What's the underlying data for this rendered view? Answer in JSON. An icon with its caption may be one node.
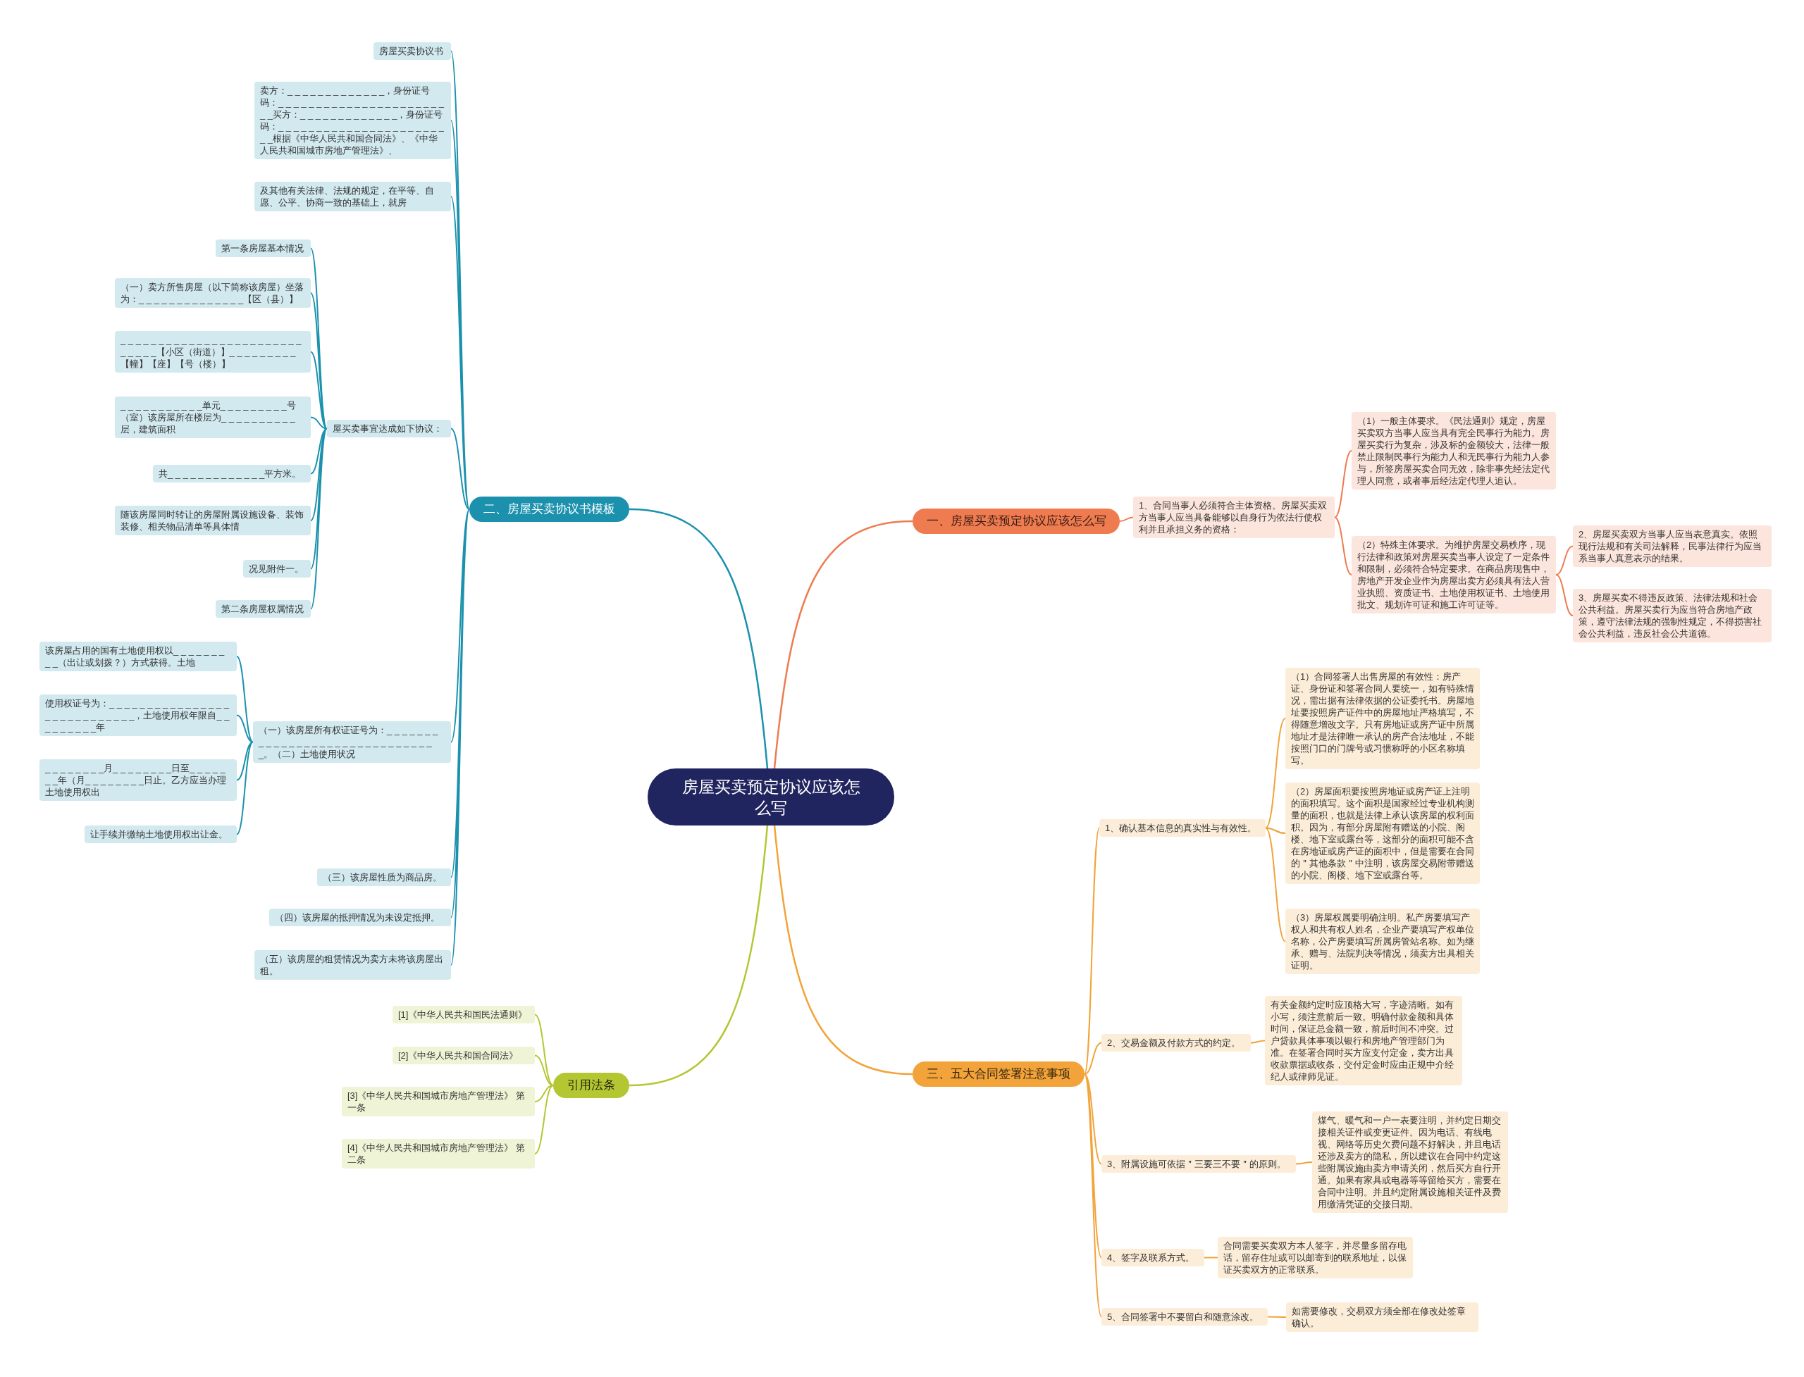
{
  "diagram": {
    "nodes": [
      {
        "text": [
          "房屋买卖预定协议应该怎么写"
        ]
      },
      {
        "text": [
          "一、房屋买卖预定协议应该怎么写"
        ]
      },
      {
        "text": [
          "1、合同当事人必须符合主体资格。房屋买卖双方当事人应当具备能够以自身行为依法行使权利并且承担义务的资格："
        ]
      },
      {
        "text": [
          "（1）一般主体要求。《民法通则》规定，房屋买卖双方当事人应当具有完全民事行为能力。房屋买卖行为复杂，涉及标的金额较大，法律一般禁止限制民事行为能力人和无民事行为能力人参与，所签房屋买卖合同无效，除非事先经法定代理人同意，或者事后经法定代理人追认。"
        ]
      },
      {
        "text": [
          "（2）特殊主体要求。为维护房屋交易秩序，现行法律和政策对房屋买卖当事人设定了一定条件和限制，必须符合特定要求。在商品房现售中，房地产开发企业作为房屋出卖方必须具有法人营业执照、资质证书、土地使用权证书、土地使用批文、规划许可证和施工许可证等。"
        ]
      },
      {
        "text": [
          "2、房屋买卖双方当事人应当表意真实。依照现行法规和有关司法解释，民事法律行为应当系当事人真意表示的结果。"
        ]
      },
      {
        "text": [
          "3、房屋买卖不得违反政策、法律法规和社会公共利益。房屋买卖行为应当符合房地产政策，遵守法律法规的强制性规定，不得损害社会公共利益，违反社会公共道德。"
        ]
      },
      {
        "text": [
          "二、房屋买卖协议书模板"
        ]
      },
      {
        "text": [
          "房屋买卖协议书"
        ]
      },
      {
        "text": [
          "卖方：_ _ _ _ _ _ _ _ _ _ _ _ _，身份证号码：_ _ _ _ _ _ _ _ _ _ _ _ _ _ _ _ _ _ _ _ _ _ _ _买方：_ _ _ _ _ _ _ _ _ _ _ _ _，身份证号码：_ _ _ _ _ _ _ _ _ _ _ _ _ _ _ _ _ _ _ _ _ _ _ _根据《中华人民共和国合同法》、《中华人民共和国城市房地产管理法》、"
        ]
      },
      {
        "text": [
          "及其他有关法律、法规的规定，在平等、自愿、公平、协商一致的基础上，就房"
        ]
      },
      {
        "text": [
          "屋买卖事宜达成如下协议："
        ]
      },
      {
        "text": [
          "第一条房屋基本情况"
        ]
      },
      {
        "text": [
          "（一）卖方所售房屋（以下简称该房屋）坐落为：_ _ _ _ _ _ _ _ _ _ _ _ _ _【区（县）】"
        ]
      },
      {
        "text": [
          "_ _ _ _ _ _ _ _ _ _ _ _ _ _ _ _ _ _ _ _ _ _ _ _ _ _ _ _ _【小区（街道）】_ _ _ _ _ _ _ _ _【幢】【座】【号（楼）】"
        ]
      },
      {
        "text": [
          "_ _ _ _ _ _ _ _ _ _ _单元_ _ _ _ _ _ _ _ _号（室）该房屋所在楼层为_ _ _ _ _ _ _ _ _ _层，建筑面积"
        ]
      },
      {
        "text": [
          "共_ _ _ _ _ _ _ _ _ _ _ _ _平方米。"
        ]
      },
      {
        "text": [
          "随该房屋同时转让的房屋附属设施设备、装饰装修、相关物品清单等具体情"
        ]
      },
      {
        "text": [
          "况见附件一。"
        ]
      },
      {
        "text": [
          "第二条房屋权属情况"
        ]
      },
      {
        "text": [
          "（一）该房屋所有权证证号为：_ _ _ _ _ _ _ _ _ _ _ _ _ _ _ _ _ _ _ _ _ _ _ _ _ _ _ _ _ _ _。（二）土地使用状况"
        ]
      },
      {
        "text": [
          "该房屋占用的国有土地使用权以_ _ _ _ _ _ _ _ _（出让或划拨？）方式获得。土地"
        ]
      },
      {
        "text": [
          "使用权证号为：_ _ _ _ _ _ _ _ _ _ _ _ _ _ _ _ _ _ _ _ _ _ _ _ _ _ _ _，土地使用权年限自_ _ _ _ _ _ _ _ _年"
        ]
      },
      {
        "text": [
          "_ _ _ _ _ _ _ _月_ _ _ _ _ _ _ _日至_ _ _ _ _ _ _年（月_ _ _ _ _ _ _ _日止。乙方应当办理土地使用权出"
        ]
      },
      {
        "text": [
          "让手续并缴纳土地使用权出让金。"
        ]
      },
      {
        "text": [
          "（三）该房屋性质为商品房。"
        ]
      },
      {
        "text": [
          "（四）该房屋的抵押情况为未设定抵押。"
        ]
      },
      {
        "text": [
          "（五）该房屋的租赁情况为卖方未将该房屋出租。"
        ]
      },
      {
        "text": [
          "引用法条"
        ]
      },
      {
        "text": [
          "[1]《中华人民共和国民法通则》"
        ]
      },
      {
        "text": [
          "[2]《中华人民共和国合同法》"
        ]
      },
      {
        "text": [
          "[3]《中华人民共和国城市房地产管理法》 第一条"
        ]
      },
      {
        "text": [
          "[4]《中华人民共和国城市房地产管理法》 第二条"
        ]
      },
      {
        "text": [
          "三、五大合同签署注意事项"
        ]
      },
      {
        "text": [
          "1、确认基本信息的真实性与有效性。"
        ]
      },
      {
        "text": [
          "（1）合同签署人出售房屋的有效性：房产证、身份证和签署合同人要统一，如有特殊情况，需出据有法律依据的公证委托书。房屋地址要按照房产证件中的房屋地址严格填写，不得随意增改文字。只有房地证或房产证中所属地址才是法律唯一承认的房产合法地址，不能按照门口的门牌号或习惯称呼的小区名称填写。"
        ]
      },
      {
        "text": [
          "（2）房屋面积要按照房地证或房产证上注明的面积填写。这个面积是国家经过专业机构测量的面积，也就是法律上承认该房屋的权利面积。因为，有部分房屋附有赠送的小院、阁楼、地下室或露台等，这部分的面积可能不含在房地证或房产证的面积中，但是需要在合同的＂其他条款＂中注明，该房屋交易附带赠送的小院、阁楼、地下室或露台等。"
        ]
      },
      {
        "text": [
          "（3）房屋权属要明确注明。私产房要填写产权人和共有权人姓名，企业产要填写产权单位名称，公产房要填写所属房管站名称。如为继承、赠与、法院判决等情况，须卖方出具相关证明。"
        ]
      },
      {
        "text": [
          "2、交易金额及付款方式的约定。"
        ]
      },
      {
        "text": [
          "有关金额约定时应顶格大写，字迹清晰。如有小写，须注意前后一致。明确付款金额和具体时间，保证总金额一致，前后时间不冲突。过户贷款具体事项以银行和房地产管理部门为准。在签署合同时买方应支付定金，卖方出具收款票据或收条，交付定金时应由正规中介经纪人或律师见证。"
        ]
      },
      {
        "text": [
          "3、附属设施可依据＂三要三不要＂的原则。"
        ]
      },
      {
        "text": [
          "煤气、暖气和一户一表要注明，并约定日期交接相关证件或变更证件。因为电话、有线电视、网络等历史欠费问题不好解决，并且电话还涉及卖方的隐私，所以建议在合同中约定这些附属设施由卖方申请关闭，然后买方自行开通。如果有家具或电器等等留给买方，需要在合同中注明。并且约定附属设施相关证件及费用缴清凭证的交接日期。"
        ]
      },
      {
        "text": [
          "4、签字及联系方式。"
        ]
      },
      {
        "text": [
          "合同需要买卖双方本人签字，并尽量多留存电话，留存住址或可以邮寄到的联系地址，以保证买卖双方的正常联系。"
        ]
      },
      {
        "text": [
          "5、合同签署中不要留白和随意涂改。"
        ]
      },
      {
        "text": [
          "如需要修改，交易双方须全部在修改处签章确认。"
        ]
      }
    ],
    "edges": [
      {
        "from": 0,
        "to": 1,
        "arrow": "none",
        "color": "#ef7b50"
      },
      {
        "from": 1,
        "to": 2,
        "arrow": "none",
        "color": "#ef7b50"
      },
      {
        "from": 2,
        "to": 3,
        "arrow": "none",
        "color": "#ef7b50"
      },
      {
        "from": 2,
        "to": 4,
        "arrow": "none",
        "color": "#ef7b50"
      },
      {
        "from": 4,
        "to": 5,
        "arrow": "none",
        "color": "#ef7b50"
      },
      {
        "from": 4,
        "to": 6,
        "arrow": "none",
        "color": "#ef7b50"
      },
      {
        "from": 0,
        "to": 7,
        "arrow": "none"
      },
      {
        "from": 7,
        "to": 8,
        "arrow": "none"
      },
      {
        "from": 7,
        "to": 9,
        "arrow": "none"
      },
      {
        "from": 7,
        "to": 10,
        "arrow": "none"
      },
      {
        "from": 7,
        "to": 11,
        "arrow": "none"
      },
      {
        "from": 11,
        "to": 12,
        "arrow": "none"
      },
      {
        "from": 11,
        "to": 13,
        "arrow": "none"
      },
      {
        "from": 11,
        "to": 14,
        "arrow": "none"
      },
      {
        "from": 11,
        "to": 15,
        "arrow": "none"
      },
      {
        "from": 11,
        "to": 16,
        "arrow": "none"
      },
      {
        "from": 11,
        "to": 17,
        "arrow": "none"
      },
      {
        "from": 11,
        "to": 18,
        "arrow": "none"
      },
      {
        "from": 11,
        "to": 19,
        "arrow": "none"
      },
      {
        "from": 7,
        "to": 20,
        "arrow": "none"
      },
      {
        "from": 20,
        "to": 21,
        "arrow": "none"
      },
      {
        "from": 20,
        "to": 22,
        "arrow": "none"
      },
      {
        "from": 20,
        "to": 23,
        "arrow": "none"
      },
      {
        "from": 20,
        "to": 24,
        "arrow": "none"
      },
      {
        "from": 7,
        "to": 25,
        "arrow": "none"
      },
      {
        "from": 7,
        "to": 26,
        "arrow": "none"
      },
      {
        "from": 7,
        "to": 27,
        "arrow": "none"
      },
      {
        "from": 0,
        "to": 28,
        "arrow": "none",
        "color": "#b5c633"
      },
      {
        "from": 28,
        "to": 29,
        "arrow": "none",
        "color": "#b5c633"
      },
      {
        "from": 28,
        "to": 30,
        "arrow": "none",
        "color": "#b5c633"
      },
      {
        "from": 28,
        "to": 31,
        "arrow": "none",
        "color": "#b5c633"
      },
      {
        "from": 28,
        "to": 32,
        "arrow": "none",
        "color": "#b5c633"
      },
      {
        "from": 0,
        "to": 33,
        "arrow": "none",
        "color": "#f2a33a"
      },
      {
        "from": 33,
        "to": 34,
        "arrow": "none",
        "color": "#f2a33a"
      },
      {
        "from": 34,
        "to": 35,
        "arrow": "none",
        "color": "#f2a33a"
      },
      {
        "from": 34,
        "to": 36,
        "arrow": "none",
        "color": "#f2a33a"
      },
      {
        "from": 34,
        "to": 37,
        "arrow": "none",
        "color": "#f2a33a"
      },
      {
        "from": 33,
        "to": 38,
        "arrow": "none",
        "color": "#f2a33a"
      },
      {
        "from": 38,
        "to": 39,
        "arrow": "none",
        "color": "#f2a33a"
      },
      {
        "from": 33,
        "to": 40,
        "arrow": "none",
        "color": "#f2a33a"
      },
      {
        "from": 40,
        "to": 41,
        "arrow": "none",
        "color": "#f2a33a"
      },
      {
        "from": 33,
        "to": 42,
        "arrow": "none",
        "color": "#f2a33a"
      },
      {
        "from": 42,
        "to": 43,
        "arrow": "none",
        "color": "#f2a33a"
      },
      {
        "from": 33,
        "to": 44,
        "arrow": "none",
        "color": "#f2a33a"
      },
      {
        "from": 44,
        "to": 45,
        "arrow": "none",
        "color": "#f2a33a"
      }
    ]
  }
}
